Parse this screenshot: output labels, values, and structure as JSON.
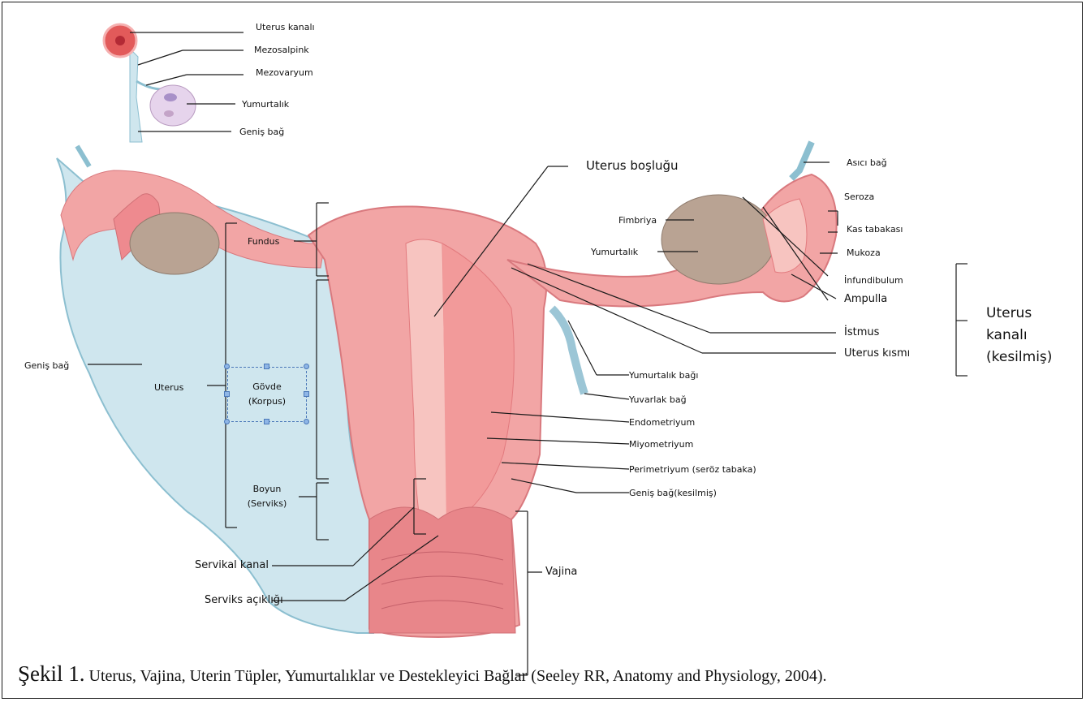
{
  "labels": {
    "uterus_kanali_top": "Uterus kanalı",
    "mezosalpink": "Mezosalpink",
    "mezovaryum": "Mezovaryum",
    "yumurtalik_top": "Yumurtalık",
    "genis_bag_top": "Geniş bağ",
    "genis_bag_left": "Geniş bağ",
    "uterus": "Uterus",
    "fundus": "Fundus",
    "govde": "Gövde",
    "korpus": "(Korpus)",
    "boyun": "Boyun",
    "serviks": "(Serviks)",
    "servikal_kanal": "Servikal kanal",
    "serviks_acikligi": "Serviks açıklığı",
    "uterus_boslugu": "Uterus boşluğu",
    "fimbriya": "Fimbriya",
    "yumurtalik_right": "Yumurtalık",
    "asici_bag": "Asıcı bağ",
    "seroza": "Seroza",
    "kas_tabakasi": "Kas tabakası",
    "mukoza": "Mukoza",
    "infundibulum": "İnfundibulum",
    "ampulla": "Ampulla",
    "istmus": "İstmus",
    "uterus_kismi": "Uterus kısmı",
    "uterus_kanali_group_1": "Uterus",
    "uterus_kanali_group_2": "kanalı",
    "uterus_kanali_group_3": "(kesilmiş)",
    "yumurtalik_bagi": "Yumurtalık bağı",
    "yuvarlak_bag": "Yuvarlak bağ",
    "endometriyum": "Endometriyum",
    "miyometriyum": "Miyometriyum",
    "perimetriyum": "Perimetriyum (seröz tabaka)",
    "genis_bag_kesilmis": "Geniş bağ(kesilmiş)",
    "vajina": "Vajina"
  },
  "caption": {
    "figure": "Şekil 1.",
    "text": " Uterus, Vajina, Uterin Tüpler, Yumurtalıklar ve Destekleyici  Bağlar (Seeley RR,  Anatomy and Physiology, 2004)."
  },
  "colors": {
    "ligament": "#cfe6ee",
    "ligament_edge": "#8cbfd0",
    "uterus": "#f2a5a5",
    "uterus_dark": "#e27a7e",
    "uterus_inner": "#f7c4c0",
    "ovary": "#b9a393",
    "line": "#1a1a1a"
  }
}
